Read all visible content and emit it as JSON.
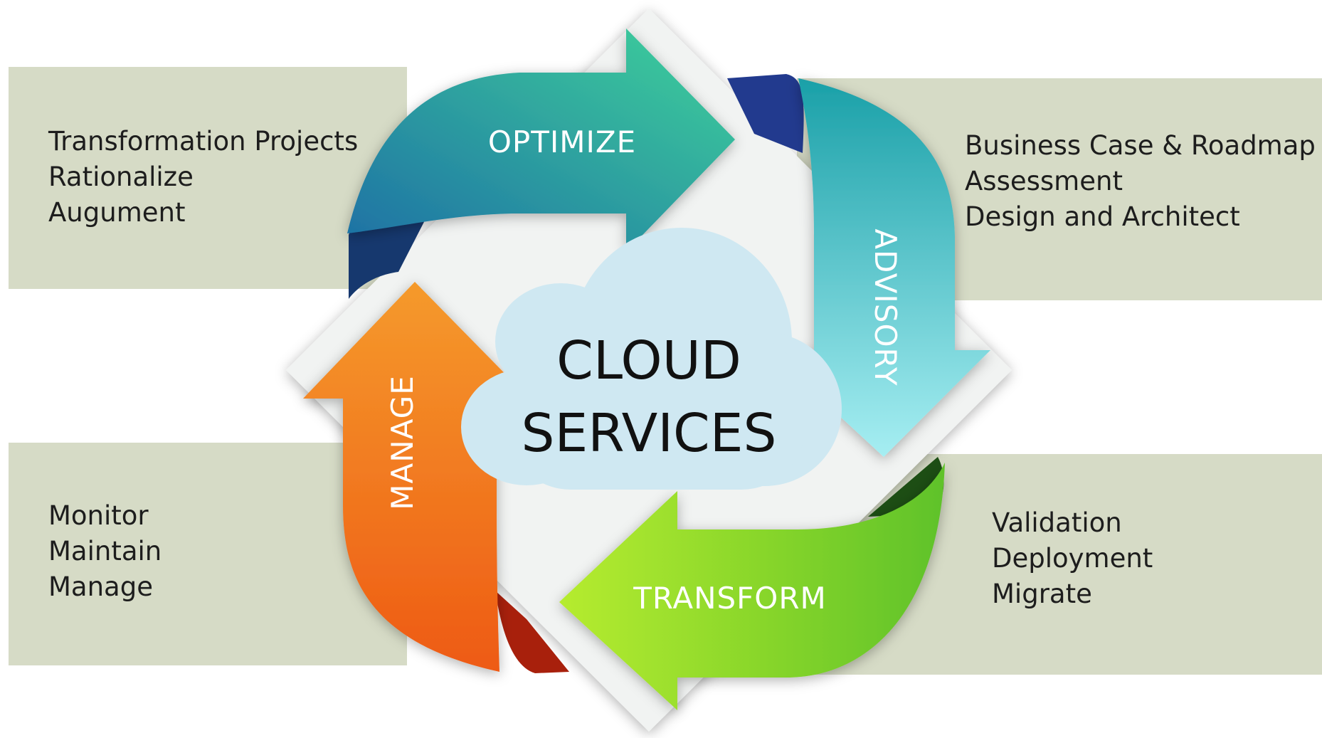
{
  "center": {
    "line1": "CLOUD",
    "line2": "SERVICES"
  },
  "arrows": {
    "optimize": {
      "label": "OPTIMIZE",
      "color_start": "#1d6fa5",
      "color_end": "#3fd39a"
    },
    "advisory": {
      "label": "ADVISORY",
      "color_start": "#1aa0a8",
      "color_end": "#a6eef2"
    },
    "transform": {
      "label": "TRANSFORM",
      "color_start": "#b6ec2e",
      "color_end": "#5fc22a"
    },
    "manage": {
      "label": "MANAGE",
      "color_start": "#f59a2c",
      "color_end": "#ee5a14"
    }
  },
  "panels": {
    "top_left": {
      "items": [
        "Transformation Projects",
        "Rationalize",
        "Augument"
      ]
    },
    "top_right": {
      "items": [
        "Business Case & Roadmap",
        "Assessment",
        "Design and Architect"
      ]
    },
    "bottom_left": {
      "items": [
        "Monitor",
        "Maintain",
        "Manage"
      ]
    },
    "bottom_right": {
      "items": [
        "Validation",
        "Deployment",
        "Migrate"
      ]
    }
  },
  "colors": {
    "band": "#d6dbc6",
    "diamond": "#f1f3f2",
    "cloud": "#cfe8f2"
  }
}
